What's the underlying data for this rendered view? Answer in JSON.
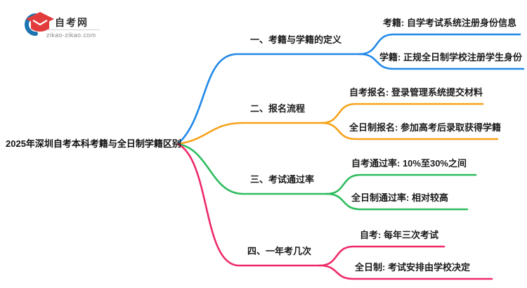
{
  "logo": {
    "title": "自考网",
    "subtitle": "zikao-zikao.com",
    "icon_blue": "#1C74B0",
    "icon_red": "#E23B3B"
  },
  "central": {
    "label": "2025年深圳自考本科考籍与全日制学籍区别"
  },
  "branches": [
    {
      "label": "一、考籍与学籍的定义",
      "color": "#2188E8",
      "children": [
        "考籍: 自学考试系统注册身份信息",
        "学籍: 正规全日制学校注册学生身份"
      ]
    },
    {
      "label": "二、报名流程",
      "color": "#F7A219",
      "children": [
        "自考报名: 登录管理系统提交材料",
        "全日制报名: 参加高考后录取获得学籍"
      ]
    },
    {
      "label": "三、考试通过率",
      "color": "#2EBD5E",
      "children": [
        "自考通过率: 10%至30%之间",
        "全日制通过率: 相对较高"
      ]
    },
    {
      "label": "四、一年考几次",
      "color": "#EE2A68",
      "children": [
        "自考: 每年三次考试",
        "全日制: 考试安排由学校决定"
      ]
    }
  ]
}
